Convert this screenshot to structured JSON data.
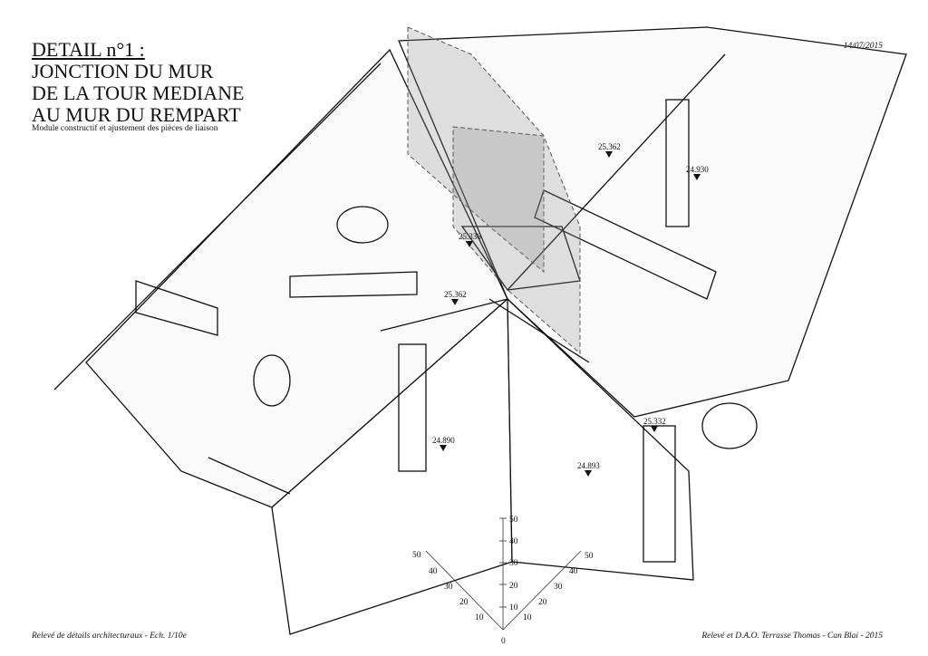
{
  "title": {
    "heading": "DETAIL n°1 :",
    "lines": [
      "JONCTION DU MUR",
      "DE LA TOUR MEDIANE",
      "AU MUR DU REMPART"
    ],
    "subtitle": "Module constructif et ajustement des pièces de liaison"
  },
  "date": "14/07/2015",
  "footer": {
    "left": "Relevé de détails architecturaux - Ech. 1/10e",
    "right": "Relevé et D.A.O. Terrasse Thomas - Can Blai - 2015"
  },
  "elevations": [
    "25.362",
    "24.930",
    "25.336",
    "25.362",
    "24.890",
    "25.332",
    "24.893"
  ],
  "scale": {
    "origin": "0",
    "vertical": [
      "10",
      "20",
      "30",
      "40",
      "50"
    ],
    "left": [
      "10",
      "20",
      "30",
      "40",
      "50"
    ],
    "right": [
      "10",
      "20",
      "30",
      "40",
      "50"
    ]
  }
}
